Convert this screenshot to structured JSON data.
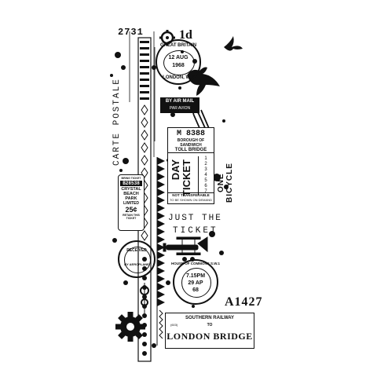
{
  "top_left_number": "2731",
  "penny": "1d",
  "carte_postale": "CARTE POSTALE",
  "postmark_top": {
    "outer": "GREAT BRITAIN",
    "date_line1": "12 AUG",
    "date_line2": "1968",
    "city": "LONDON, W.2"
  },
  "air_mail": {
    "line1": "BY AIR MAIL",
    "line2": "PAR AVION"
  },
  "toll_ticket": {
    "number": "M 8388",
    "line1": "BOROUGH OF",
    "line2": "SANDWICH",
    "line3": "TOLL BRIDGE",
    "big1": "DAY",
    "big2": "TICKET",
    "side": "ONE BICYCLE",
    "nums": [
      "1",
      "2",
      "3",
      "4",
      "5",
      "6",
      "7"
    ],
    "footer1": "NOT TRANSFERABLE",
    "footer2": "TO BE SHOWN ON DEMAND"
  },
  "crystal_ticket": {
    "top": "BRING TICKET",
    "number": "B28538",
    "line1": "CRYSTAL",
    "line2": "BEACH",
    "line3": "PARK",
    "line4": "LIMITED",
    "price": "25¢",
    "footer": "RETAIN THIS TICKET"
  },
  "just_the": "JUST THE",
  "ticket_word": "TICKET",
  "received_stamp": {
    "outer": "RECEIVED",
    "inner": "BY AEROPLANE"
  },
  "commons_stamp": {
    "outer": "HOUSE OF COMMONS S.W.1",
    "line1": "7.15PM",
    "line2": "29 AP",
    "line3": "68"
  },
  "a_number": "A1427",
  "railway_ticket": {
    "company": "SOUTHERN RAILWAY",
    "small_left": "(603)",
    "to": "TO",
    "destination": "LONDON BRIDGE"
  }
}
